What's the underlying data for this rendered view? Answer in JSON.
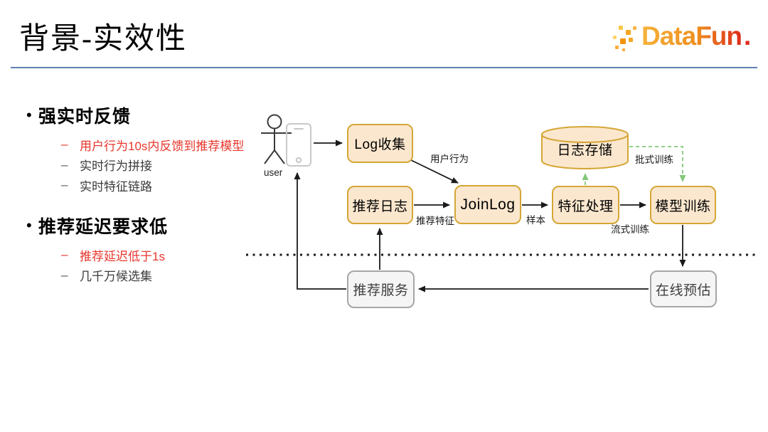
{
  "slide": {
    "title": "背景-实效性"
  },
  "logo": {
    "text": "DataFun",
    "dot": "."
  },
  "markers": {
    "bullet": "•",
    "dash": "–"
  },
  "bullets": [
    {
      "heading": "强实时反馈",
      "items": [
        {
          "text": "用户行为10s内反馈到推荐模型",
          "emphasis": true
        },
        {
          "text": "实时行为拼接",
          "emphasis": false
        },
        {
          "text": "实时特征链路",
          "emphasis": false
        }
      ]
    },
    {
      "heading": "推荐延迟要求低",
      "items": [
        {
          "text": "推荐延迟低于1s",
          "emphasis": true
        },
        {
          "text": "几千万候选集",
          "emphasis": false
        }
      ]
    }
  ],
  "diagram": {
    "nodes": {
      "user": "user",
      "log_collect": "Log收集",
      "rec_log": "推荐日志",
      "join_log": "JoinLog",
      "feature_process": "特征处理",
      "log_store": "日志存储",
      "model_train": "模型训练",
      "rec_service": "推荐服务",
      "online_predict": "在线预估"
    },
    "edge_labels": {
      "user_behavior": "用户行为",
      "rec_feature": "推荐特征",
      "sample": "样本",
      "batch_train": "批式训练",
      "stream_train": "流式训练"
    }
  },
  "theme": {
    "red": "#E8362C",
    "divider": "#5B82AE",
    "node-fill": "#FBE7CE",
    "node-border": "#D5A636",
    "gray-fill": "#F5F5F5",
    "gray-border": "#A6A6A6",
    "green": "#82C878",
    "logo-a": "#F6B23B",
    "logo-b": "#EF8F1E",
    "logo-c": "#DD2B1C"
  }
}
